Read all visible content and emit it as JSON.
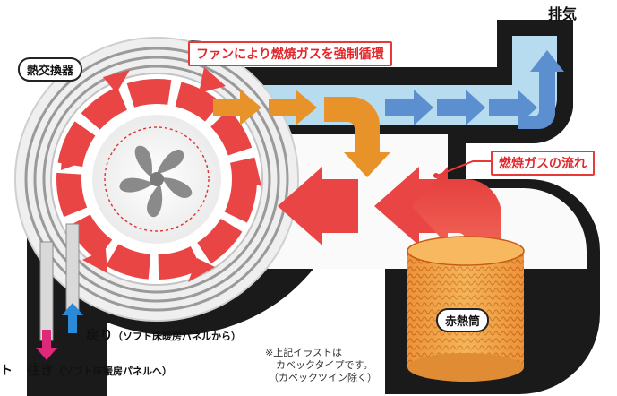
{
  "labels": {
    "exhaust": "排気",
    "fan_caption": "ファンにより燃焼ガスを強制循環",
    "heat_exchanger": "熱交換器",
    "gas_flow": "燃焼ガスの流れ",
    "burner": "赤熱筒",
    "return_main": "戻り",
    "return_sub": "（ソフト床暖房パネルから）",
    "supply_main": "往き",
    "supply_sub": "（ソフト床暖房パネルへ）",
    "edge_char": "ト"
  },
  "note": {
    "line1": "※上記イラストは",
    "line2": "カベックタイプです。",
    "line3": "（カベックツイン除く）"
  },
  "colors": {
    "housing": "#1a1a1a",
    "red_arrow": "#e94545",
    "orange_arrow": "#e8922a",
    "blue_arrow": "#5b8fcf",
    "duct_inner": "#b8dcef",
    "burner_orange": "#f0a040",
    "supply_arrow": "#e0287a",
    "return_arrow": "#2a8ad8",
    "callout_border": "#e83838"
  }
}
